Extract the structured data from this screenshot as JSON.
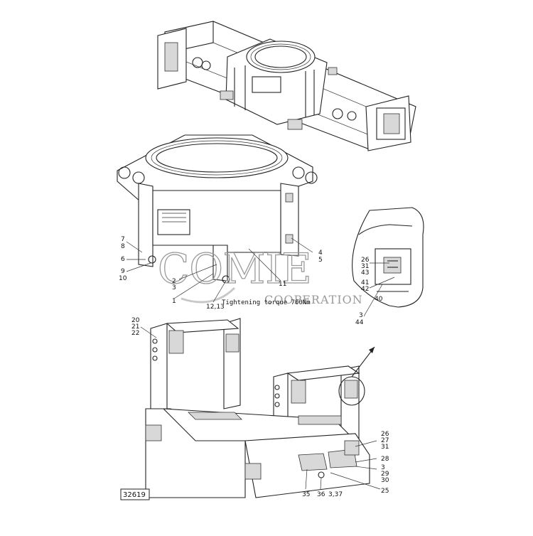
{
  "drawing_number": "32619",
  "torque_note": "Tightening torque 700Nm",
  "watermark": {
    "main": "COMIE",
    "sub": "COOPERATION"
  },
  "callouts": {
    "c7": "7",
    "c8": "8",
    "c6": "6",
    "c9": "9",
    "c10": "10",
    "c1": "1",
    "c2": "2",
    "c3a": "3",
    "c1213": "12,13",
    "c11": "11",
    "c4": "4",
    "c5": "5",
    "c26a": "26",
    "c31a": "31",
    "c43": "43",
    "c41": "41",
    "c42": "42",
    "c40": "40",
    "c3b": "3",
    "c44": "44",
    "c20": "20",
    "c21": "21",
    "c22": "22",
    "c26b": "26",
    "c27": "27",
    "c31b": "31",
    "c28": "28",
    "c3c": "3",
    "c29": "29",
    "c30": "30",
    "c25": "25",
    "c35": "35",
    "c36": "36",
    "c3337": "3,37"
  }
}
